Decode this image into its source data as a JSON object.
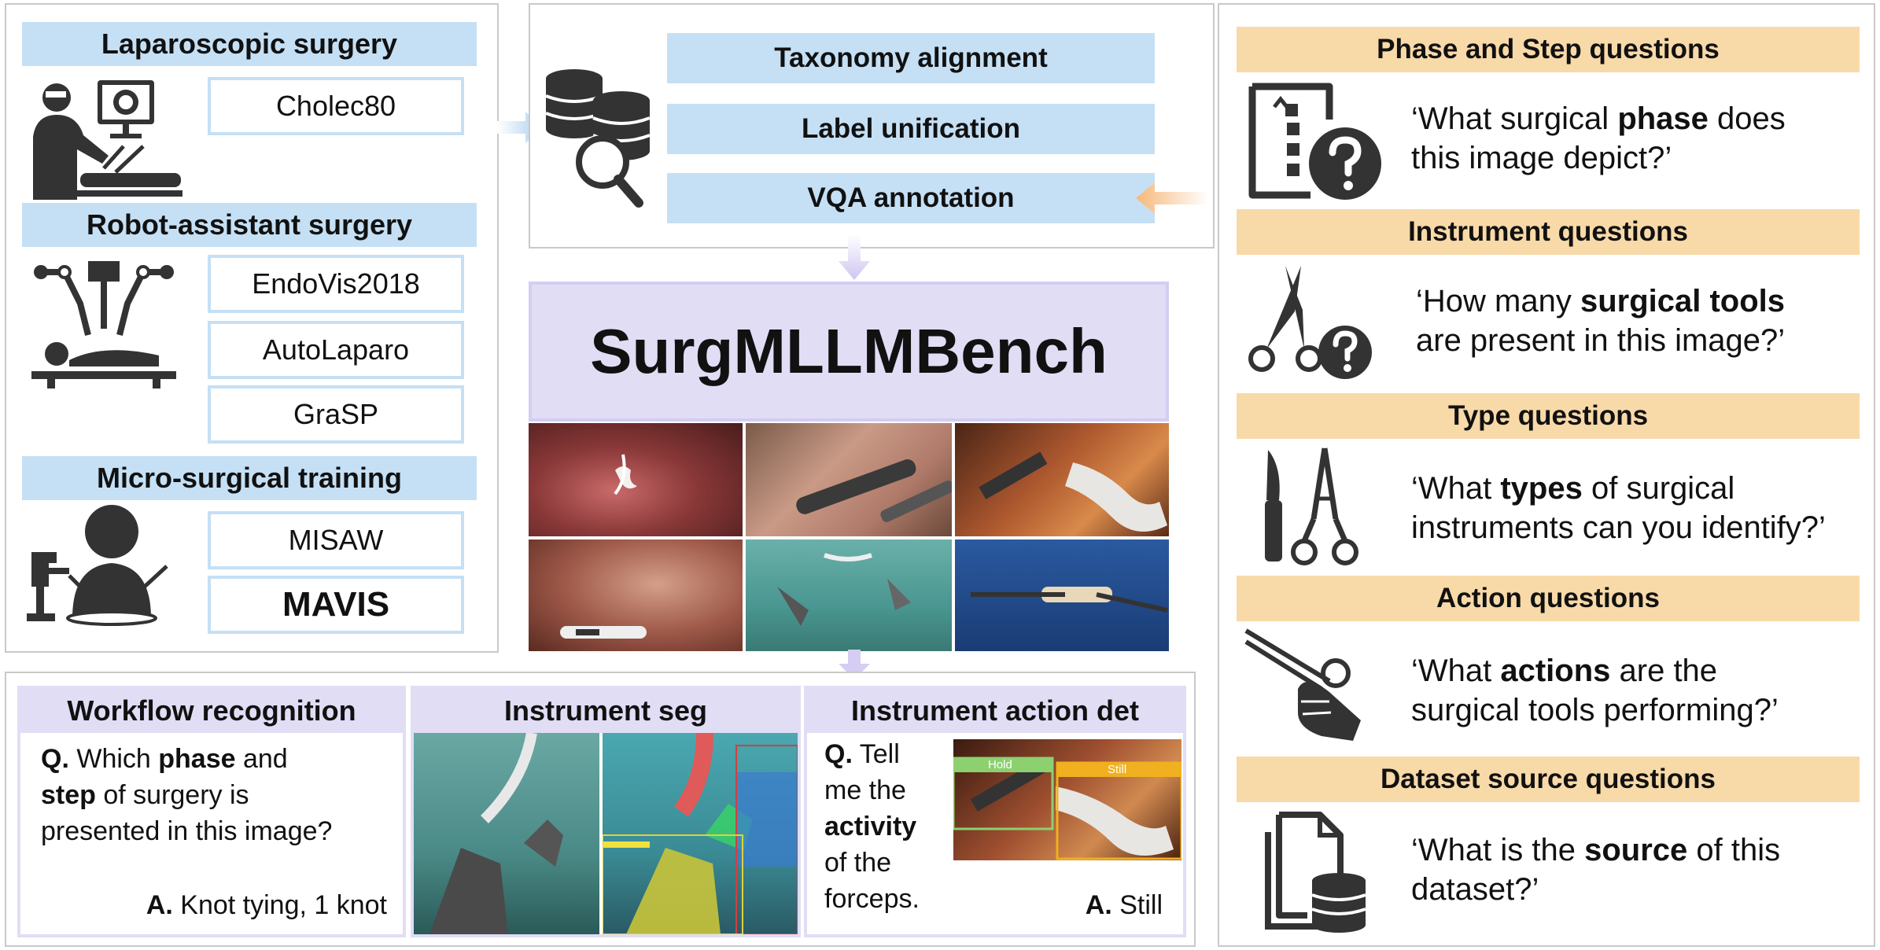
{
  "datasets": {
    "laparoscopic": {
      "title": "Laparoscopic surgery",
      "items": [
        "Cholec80"
      ]
    },
    "robot": {
      "title": "Robot-assistant surgery",
      "items": [
        "EndoVis2018",
        "AutoLaparo",
        "GraSP"
      ]
    },
    "micro": {
      "title": "Micro-surgical training",
      "items": [
        "MISAW",
        "MAVIS"
      ]
    }
  },
  "process": {
    "steps": [
      "Taxonomy alignment",
      "Label unification",
      "VQA annotation"
    ]
  },
  "bench": {
    "title": "SurgMLLMBench"
  },
  "questions": [
    {
      "header": "Phase and Step questions",
      "icon": "flowchart-question-icon",
      "parts": [
        "‘What surgical ",
        "phase",
        " does",
        "this image depict?’"
      ]
    },
    {
      "header": "Instrument questions",
      "icon": "scissors-question-icon",
      "parts": [
        "‘How many ",
        "surgical tools",
        "",
        "are present in this image?’"
      ]
    },
    {
      "header": "Type questions",
      "icon": "scalpel-forceps-icon",
      "parts": [
        "‘What ",
        "types",
        " of surgical",
        "instruments can you identify?’"
      ]
    },
    {
      "header": "Action questions",
      "icon": "hand-scissors-icon",
      "parts": [
        "‘What ",
        "actions",
        " are the",
        "surgical tools performing?’"
      ]
    },
    {
      "header": "Dataset source questions",
      "icon": "document-database-icon",
      "parts": [
        "‘What is the ",
        "source",
        " of this",
        "dataset?’"
      ]
    }
  ],
  "tasks": {
    "workflow": {
      "title": "Workflow recognition",
      "q_prefix": "Q.",
      "q1": " Which ",
      "q1b": "phase",
      "q1c": " and",
      "q2b": "step",
      "q2c": " of surgery is",
      "q3": "presented in this image?",
      "a_prefix": "A.",
      "answer": " Knot tying, 1 knot"
    },
    "seg": {
      "title": "Instrument seg"
    },
    "action": {
      "title": "Instrument action det",
      "q_prefix": "Q.",
      "q1": " Tell",
      "q2": "me the",
      "q3b": "activity",
      "q4": "of the",
      "q5": "forceps.",
      "a_prefix": "A.",
      "answer": " Still",
      "box_labels": [
        "Hold",
        "Still"
      ]
    }
  },
  "colors": {
    "blue": "#c5e0f5",
    "orange": "#f8d9a8",
    "purple": "#e0ddf5",
    "border": "#c9c9c9"
  }
}
